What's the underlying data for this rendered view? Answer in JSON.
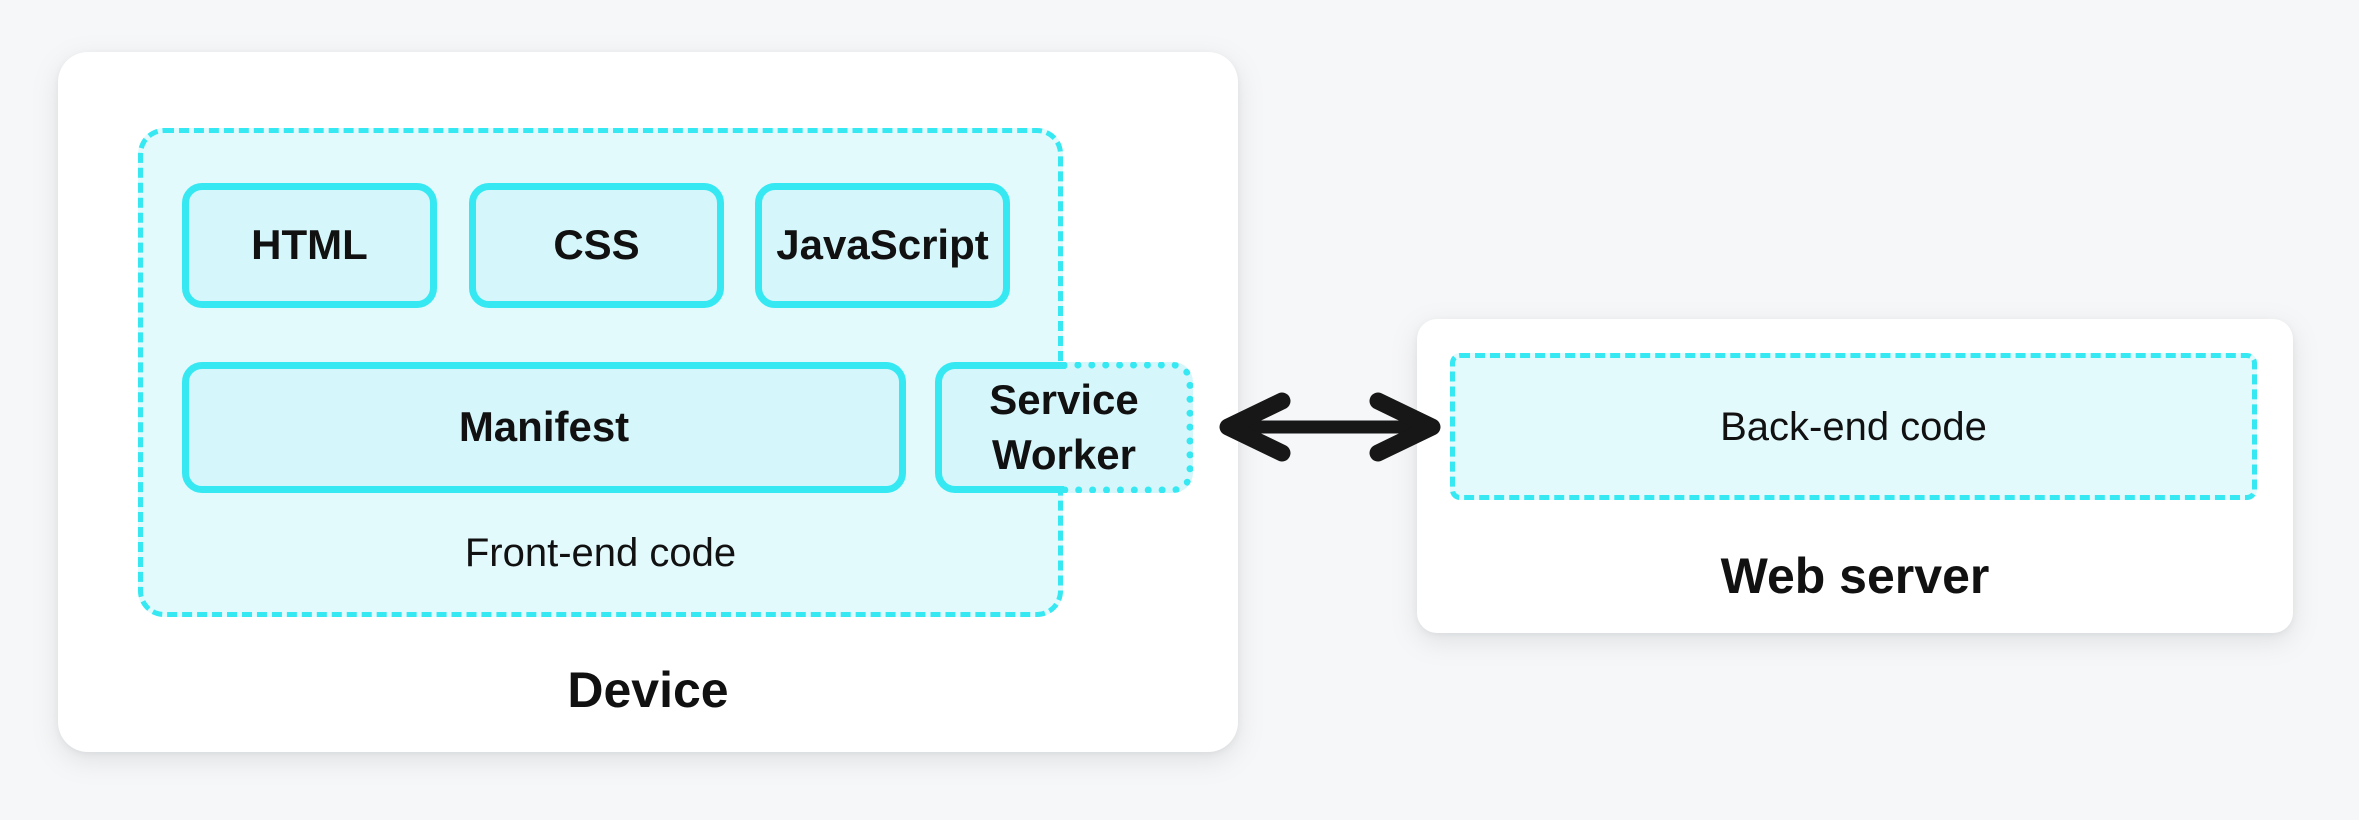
{
  "palette": {
    "page_bg": "#F6F7F8",
    "card_bg": "#FFFFFF",
    "accent": "#35E8F2",
    "fill_light": "#E3FAFD",
    "fill_medium": "#D5F6FB",
    "text": "#111111",
    "arrow": "#171717"
  },
  "device": {
    "label": "Device",
    "frontend": {
      "label": "Front-end code",
      "boxes": [
        "HTML",
        "CSS",
        "JavaScript"
      ],
      "manifest_label": "Manifest",
      "service_worker_label": "Service Worker"
    }
  },
  "server": {
    "label": "Web server",
    "backend_label": "Back-end code"
  },
  "connection": {
    "type": "bidirectional-arrow"
  }
}
